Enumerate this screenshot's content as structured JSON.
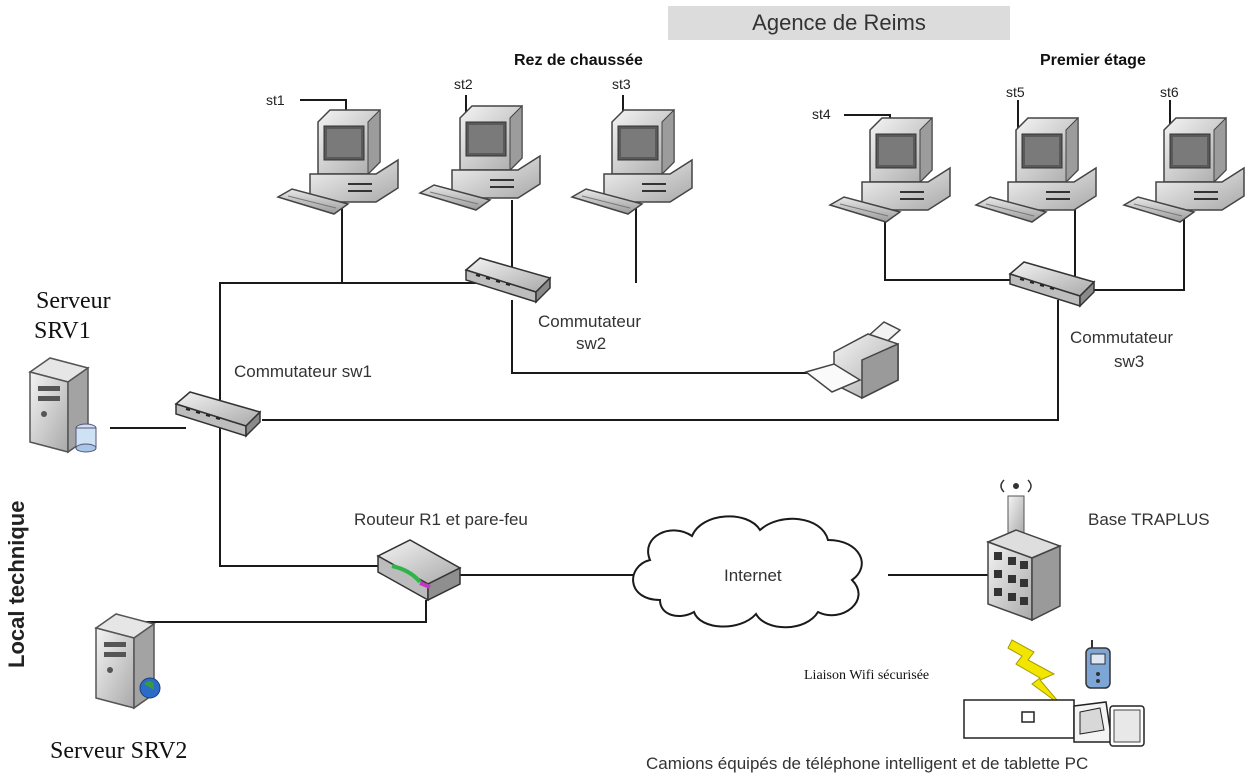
{
  "title": "Agence de Reims",
  "floors": {
    "ground": "Rez de chaussée",
    "first": "Premier étage"
  },
  "workstations": [
    "st1",
    "st2",
    "st3",
    "st4",
    "st5",
    "st6"
  ],
  "switches": {
    "sw1": "Commutateur sw1",
    "sw2_line1": "Commutateur",
    "sw2_line2": "sw2",
    "sw3_line1": "Commutateur",
    "sw3_line2": "sw3"
  },
  "servers": {
    "srv1_line1": "Serveur",
    "srv1_line2": "SRV1",
    "srv2": "Serveur SRV2"
  },
  "local_technique": "Local technique",
  "router": "Routeur R1 et pare-feu",
  "internet": "Internet",
  "base": "Base TRAPLUS",
  "wifi": "Liaison Wifi sécurisée",
  "trucks": "Camions équipés de téléphone intelligent et de tablette PC",
  "colors": {
    "line": "#1a1a1a",
    "title_bg": "#dcdcdc",
    "lightning": "#f2e600",
    "phone": "#7da6d6"
  }
}
